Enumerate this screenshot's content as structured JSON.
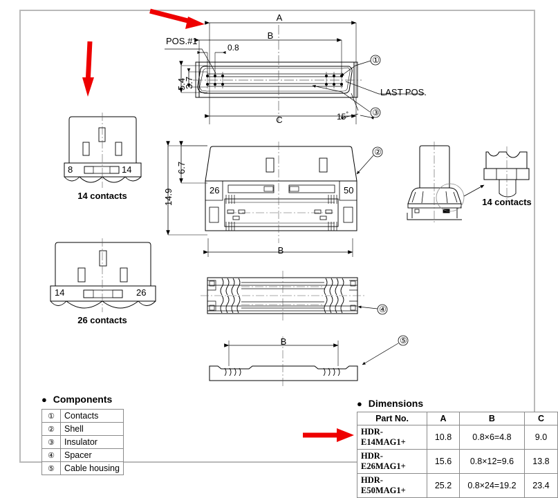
{
  "sheet": {
    "title": "Connector outline drawing",
    "frame_color": "#b9b9b9",
    "accent_red": "#ee0000"
  },
  "annotations": {
    "pos_first": "POS.#1",
    "last_pos": "LAST POS.",
    "dim_A": "A",
    "dim_B": "B",
    "dim_C": "C",
    "pitch": "0.8",
    "h_5_4": "5.4",
    "h_3_7": "3.7",
    "h_6_7": "6.7",
    "h_14_9": "14.9",
    "angle_15": "15",
    "angle_deg_mark": "°",
    "balloon_1": "①",
    "balloon_2": "②",
    "balloon_3": "③",
    "balloon_4": "④",
    "balloon_5": "⑤",
    "pin_26_left": "26",
    "pin_50_right": "50",
    "pin_8": "8",
    "pin_14_a": "14",
    "pin_14_b": "14",
    "pin_26_b": "26",
    "caption_14_contacts_left": "14 contacts",
    "caption_26_contacts_left": "26 contacts",
    "caption_14_contacts_right": "14 contacts"
  },
  "components": {
    "heading_bullet": "●",
    "heading": "Components",
    "rows": [
      {
        "num": "①",
        "name": "Contacts"
      },
      {
        "num": "②",
        "name": "Shell"
      },
      {
        "num": "③",
        "name": "Insulator"
      },
      {
        "num": "④",
        "name": "Spacer"
      },
      {
        "num": "⑤",
        "name": "Cable housing"
      }
    ]
  },
  "dimensions": {
    "heading_bullet": "●",
    "heading": "Dimensions",
    "columns": [
      "Part No.",
      "A",
      "B",
      "C"
    ],
    "rows": [
      {
        "part": "HDR-E14MAG1+",
        "a": "10.8",
        "b": "0.8×6=4.8",
        "c": "9.0"
      },
      {
        "part": "HDR-E26MAG1+",
        "a": "15.6",
        "b": "0.8×12=9.6",
        "c": "13.8"
      },
      {
        "part": "HDR-E50MAG1+",
        "a": "25.2",
        "b": "0.8×24=19.2",
        "c": "23.4"
      }
    ]
  },
  "arrows": [
    {
      "name": "arrow-top-pointing-right",
      "color": "#ee0000"
    },
    {
      "name": "arrow-left-pointing-down",
      "color": "#ee0000"
    },
    {
      "name": "arrow-table-pointing-right",
      "color": "#ee0000"
    }
  ]
}
